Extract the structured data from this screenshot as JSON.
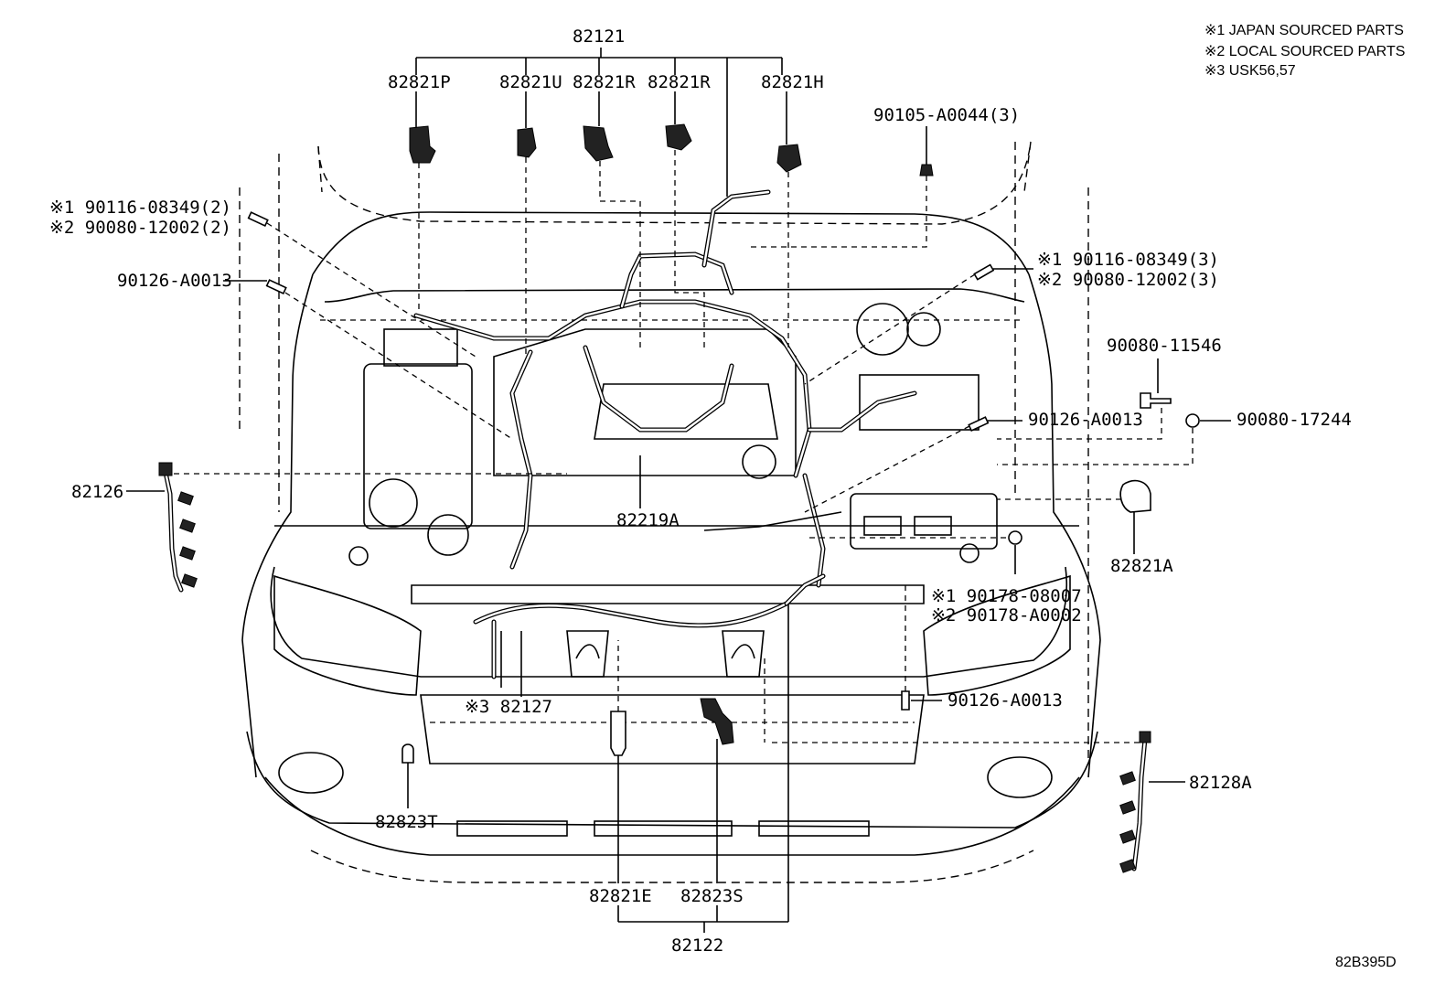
{
  "notes": [
    "※1 JAPAN SOURCED PARTS",
    "※2 LOCAL SOURCED PARTS",
    "※3 USK56,57"
  ],
  "labels": {
    "l82121": "82121",
    "l82821P": "82821P",
    "l82821U": "82821U",
    "l82821R_1": "82821R",
    "l82821R_2": "82821R",
    "l82821H": "82821H",
    "l90105": "90105-A0044(3)",
    "l90116_left": "※1 90116-08349(2)",
    "l90080_left": "※2 90080-12002(2)",
    "l90126_left": "90126-A0013",
    "l90116_right": "※1 90116-08349(3)",
    "l90080_right": "※2 90080-12002(3)",
    "l90080_11546": "90080-11546",
    "l90126_mid": "90126-A0013",
    "l90080_17244": "90080-17244",
    "l82126": "82126",
    "l82219A": "82219A",
    "l82821A": "82821A",
    "l90178_1": "※1 90178-08007",
    "l90178_2": "※2 90178-A0002",
    "l82127": "※3 82127",
    "l90126_low": "90126-A0013",
    "l82128A": "82128A",
    "l82823T": "82823T",
    "l82821E": "82821E",
    "l82823S": "82823S",
    "l82122": "82122",
    "code": "82B395D"
  }
}
